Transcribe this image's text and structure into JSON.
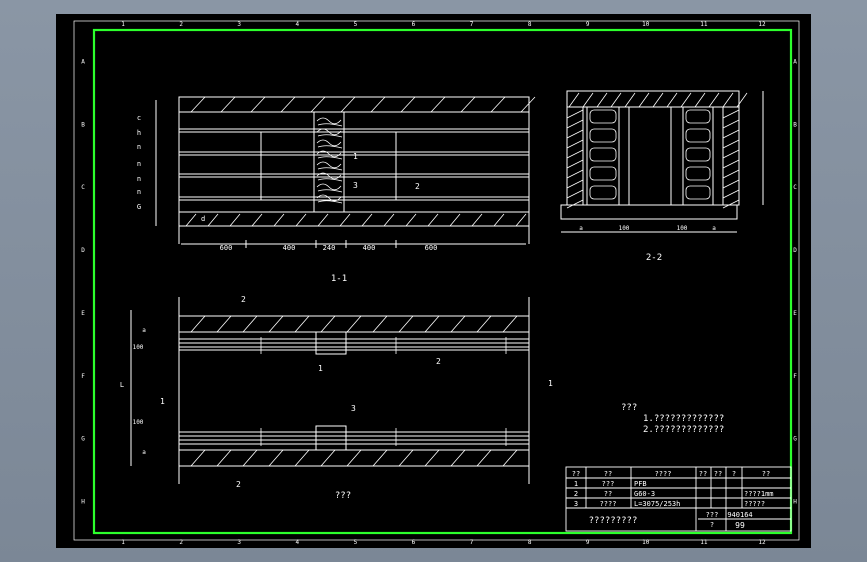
{
  "border": {
    "top_ruler": [
      "1",
      "2",
      "3",
      "4",
      "5",
      "6",
      "7",
      "8",
      "9",
      "10",
      "11",
      "12"
    ],
    "side_ruler": [
      "A",
      "B",
      "C",
      "D",
      "E",
      "F",
      "G",
      "H"
    ]
  },
  "section_1_1": {
    "title": "1-1",
    "dimensions": [
      "600",
      "400",
      "240",
      "400",
      "600"
    ],
    "callouts": [
      "1",
      "3",
      "2"
    ],
    "left_marks": [
      "c",
      "h",
      "n",
      "n",
      "n",
      "n",
      "G"
    ],
    "sub_mark": "d"
  },
  "section_2_2": {
    "title": "2-2",
    "dimensions": [
      "a",
      "100",
      "100",
      "a"
    ]
  },
  "plan_view": {
    "title": "???",
    "callouts": [
      "2",
      "1",
      "2",
      "3"
    ],
    "section_marks": [
      "1",
      "1",
      "2",
      "2"
    ],
    "dims": [
      "100",
      "100",
      "L",
      "a",
      "a"
    ]
  },
  "notes": {
    "heading": "???",
    "items": [
      "1.?????????????",
      "2.?????????????"
    ]
  },
  "title_block": {
    "headers": [
      "??",
      "??",
      "????",
      "??",
      "??",
      "?",
      "??"
    ],
    "rows": [
      [
        "1",
        "???",
        "PFB",
        "",
        "",
        "",
        ""
      ],
      [
        "2",
        "??",
        "G60-3",
        "",
        "",
        "",
        "????1mm"
      ],
      [
        "3",
        "????",
        "L=3075/253h",
        "",
        "",
        "",
        "?????"
      ]
    ],
    "drawing_name": "?????????",
    "label_a": "???",
    "value_a": "940164",
    "label_b": "?",
    "value_b": "99"
  }
}
